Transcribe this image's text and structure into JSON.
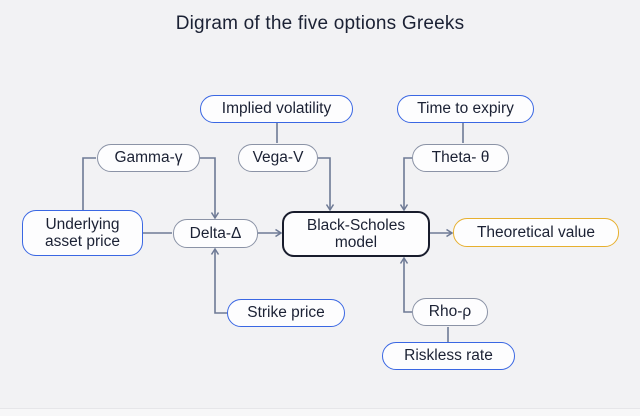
{
  "title": "Digram of the five options Greeks",
  "nodes": {
    "implied_volatility": {
      "label": "Implied volatility"
    },
    "time_to_expiry": {
      "label": "Time to expiry"
    },
    "gamma": {
      "label": "Gamma-γ"
    },
    "vega": {
      "label": "Vega-V"
    },
    "theta": {
      "label": "Theta- θ"
    },
    "underlying": {
      "label": "Underlying\nasset price"
    },
    "delta": {
      "label": "Delta-Δ"
    },
    "black_scholes": {
      "label": "Black-Scholes\nmodel"
    },
    "theoretical": {
      "label": "Theoretical value"
    },
    "strike": {
      "label": "Strike price"
    },
    "rho": {
      "label": "Rho-ρ"
    },
    "riskless": {
      "label": "Riskless rate"
    }
  },
  "colors": {
    "background": "#f2f2f4",
    "text": "#1b2134",
    "accent_blue": "#3a67e3",
    "accent_gray": "#8b93a6",
    "accent_yellow": "#e7b02f",
    "accent_dark": "#181c2c",
    "edge": "#6e7a95"
  }
}
